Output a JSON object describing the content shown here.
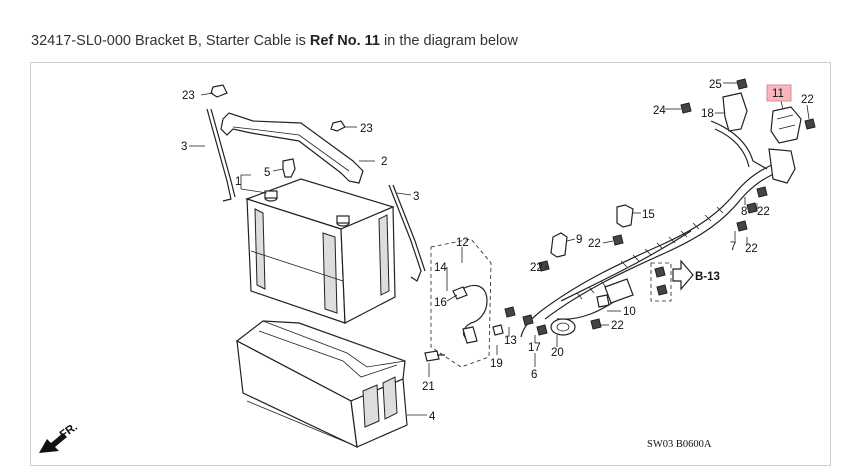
{
  "caption": {
    "part_number": "32417-SL0-000 Bracket B, Starter Cable is",
    "ref_label": "Ref No. 11",
    "suffix": "in the diagram below"
  },
  "diagram": {
    "callouts": {
      "c23a": "23",
      "c3a": "3",
      "c23b": "23",
      "c2": "2",
      "c5": "5",
      "c1": "1",
      "c3b": "3",
      "c12": "12",
      "c14": "14",
      "c16": "16",
      "c13": "13",
      "c19": "19",
      "c21": "21",
      "c4": "4",
      "c25": "25",
      "c24": "24",
      "c18": "18",
      "c11": "11",
      "c22a": "22",
      "c15": "15",
      "c9": "9",
      "c22b": "22",
      "c22c": "22",
      "c8": "8",
      "c22d": "22",
      "c7": "7",
      "c22e": "22",
      "c10": "10",
      "c22f": "22",
      "c17": "17",
      "c20": "20",
      "c6": "6"
    },
    "ref_link": "B-13",
    "front_label": "FR.",
    "diagram_code": "SW03 B0600A",
    "highlight_color": "#f7b6be"
  }
}
